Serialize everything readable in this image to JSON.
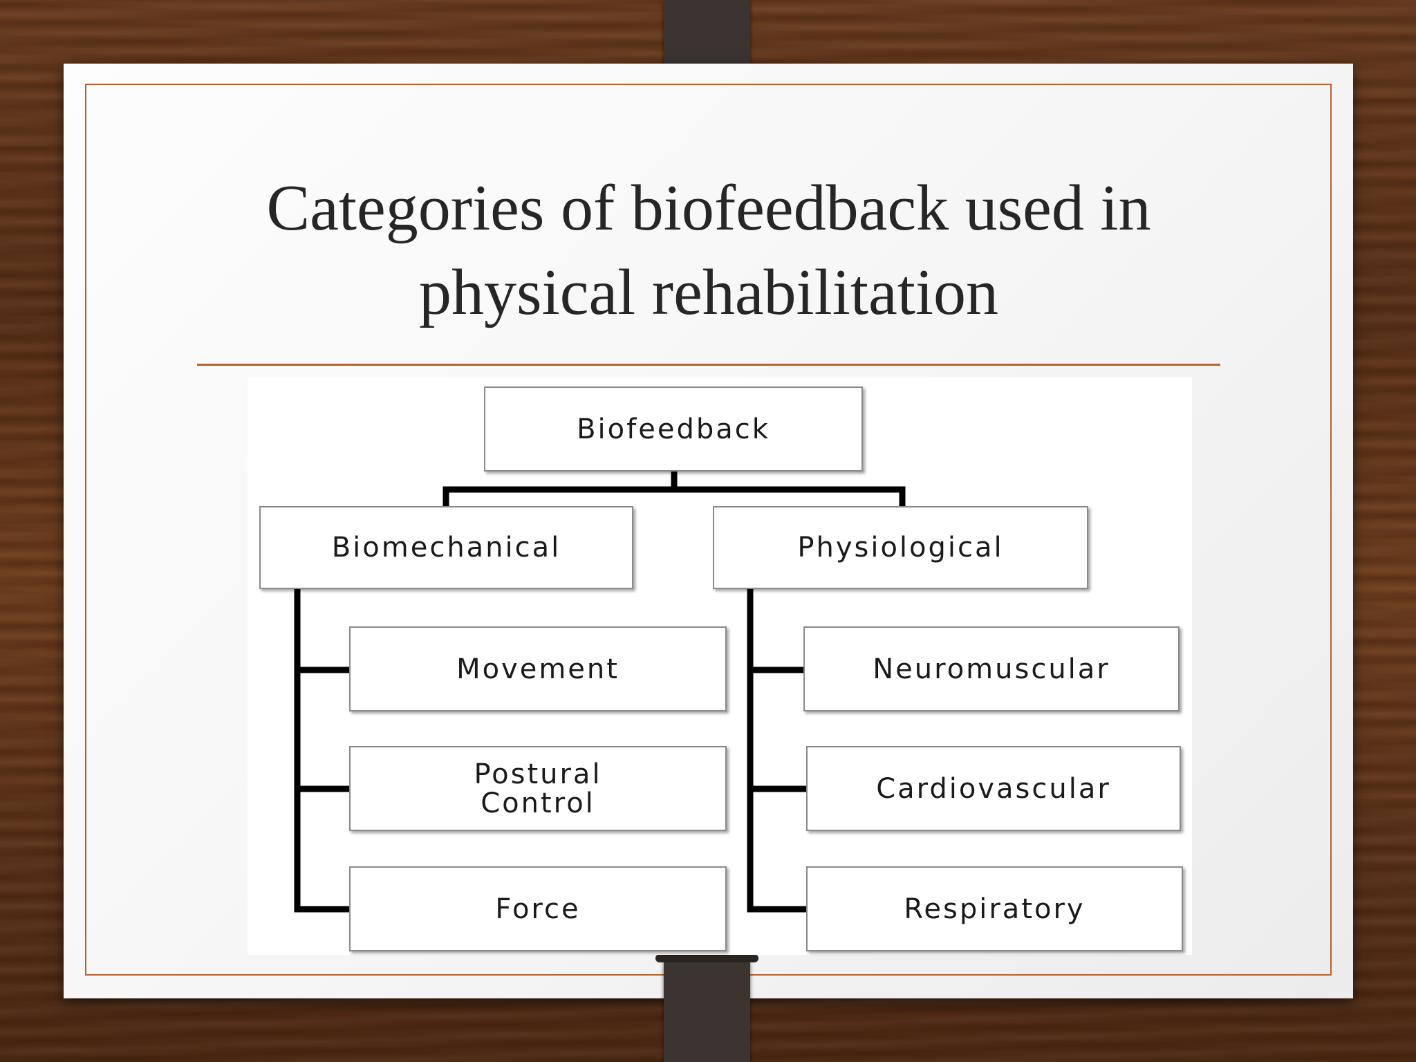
{
  "slide": {
    "title": "Categories of biofeedback used in\nphysical rehabilitation"
  },
  "diagram": {
    "root": "Biofeedback",
    "left": {
      "label": "Biomechanical",
      "children": [
        "Movement",
        "Postural\nControl",
        "Force"
      ]
    },
    "right": {
      "label": "Physiological",
      "children": [
        "Neuromuscular",
        "Cardiovascular",
        "Respiratory"
      ]
    }
  },
  "colors": {
    "accent": "#b8622d",
    "connector": "#000000"
  }
}
